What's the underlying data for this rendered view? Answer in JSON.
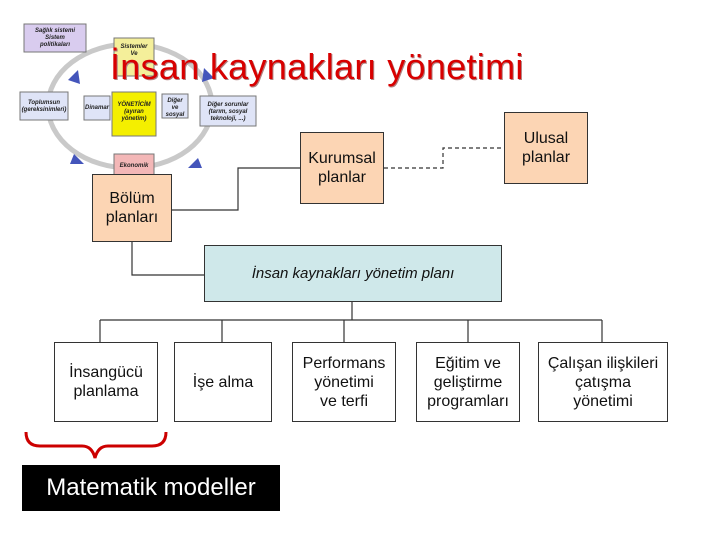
{
  "title": "İnsan kaynakları yönetimi",
  "background_diagram": {
    "center": "YÖNETİCİM\n(ayıran\nyönetim)",
    "top_left": "Sağlık sistemi\nSistem\npolitikaları",
    "top": "Sistemler\nVe",
    "left": "Toplumsun\n(gereksinimleri)",
    "left_inner": "Dinamar",
    "right_inner": "Diğer\nve\nsosyal",
    "right": "Diğer sorunlar\n(tarım, sosyal\nteknoloji, ...)",
    "bottom": "Ekonomik"
  },
  "boxes": {
    "kurumsal": "Kurumsal\nplanlar",
    "ulusal": "Ulusal\nplanlar",
    "bolum": "Bölüm\nplanları",
    "ikyp": "İnsan kaynakları yönetim planı",
    "insangucu": "İnsangücü\nplanlama",
    "ise_alma": "İşe alma",
    "performans": "Performans\nyönetimi\nve terfi",
    "egitim": "Eğitim ve\ngeliştirme\nprogramları",
    "calisan": "Çalışan ilişkileri\nçatışma\nyönetimi"
  },
  "math_label": "Matematik modeller",
  "colors": {
    "title": "#d80000",
    "peach": "#fcd5b4",
    "blue": "#cfe8ea",
    "brace": "#cc0000"
  }
}
